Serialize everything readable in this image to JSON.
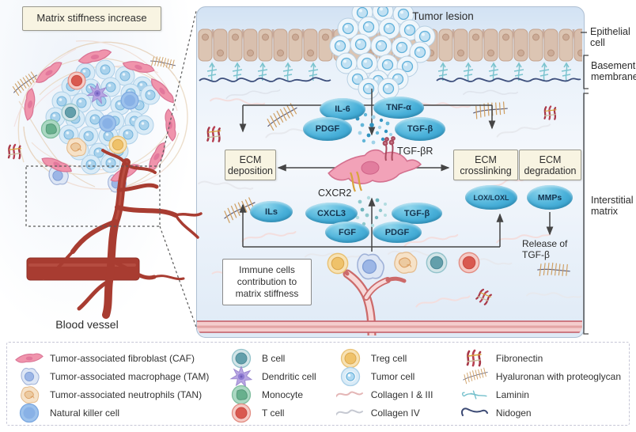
{
  "header": {
    "matrix_box": "Matrix stiffness increase"
  },
  "left": {
    "blood_vessel": "Blood vessel"
  },
  "panel": {
    "tumor_lesion": "Tumor lesion",
    "top_cytokines": {
      "il6": "IL-6",
      "tnfa": "TNF-α",
      "pdgf": "PDGF",
      "tgfb": "TGF-β"
    },
    "receptors": {
      "tgfbr": "TGF-βR",
      "cxcr2": "CXCR2"
    },
    "process_boxes": {
      "deposition": "ECM deposition",
      "crosslinking": "ECM crosslinking",
      "degradation": "ECM degradation"
    },
    "enzymes": {
      "lox": "LOX/LOXL",
      "mmps": "MMPs"
    },
    "release_label": "Release of TGF-β",
    "bottom_cytokines": {
      "ils": "ILs",
      "cxcl3": "CXCL3",
      "tgfb": "TGF-β",
      "fgf": "FGF",
      "pdgf": "PDGF"
    },
    "immune_box": "Immune cells contribution to matrix stiffness"
  },
  "side_labels": {
    "epithelial": "Epithelial cell",
    "basement": "Basement membrane",
    "interstitial": "Interstitial matrix"
  },
  "legend": {
    "items": [
      {
        "icon": "caf-icon",
        "label": "Tumor-associated fibroblast (CAF)"
      },
      {
        "icon": "tam-icon",
        "label": "Tumor-associated macrophage (TAM)"
      },
      {
        "icon": "tan-icon",
        "label": "Tumor-associated neutrophils (TAN)"
      },
      {
        "icon": "nk-icon",
        "label": "Natural killer cell"
      },
      {
        "icon": "bcell-icon",
        "label": "B cell"
      },
      {
        "icon": "dendritic-icon",
        "label": "Dendritic cell"
      },
      {
        "icon": "monocyte-icon",
        "label": "Monocyte"
      },
      {
        "icon": "tcell-icon",
        "label": "T cell"
      },
      {
        "icon": "treg-icon",
        "label": "Treg cell"
      },
      {
        "icon": "tumorcell-icon",
        "label": "Tumor cell"
      },
      {
        "icon": "collagen13-icon",
        "label": "Collagen I & III"
      },
      {
        "icon": "collagen4-icon",
        "label": "Collagen IV"
      },
      {
        "icon": "fibronectin-icon",
        "label": "Fibronectin"
      },
      {
        "icon": "hyaluronan-icon",
        "label": "Hyaluronan with proteoglycan"
      },
      {
        "icon": "laminin-icon",
        "label": "Laminin"
      },
      {
        "icon": "nidogen-icon",
        "label": "Nidogen"
      }
    ]
  },
  "colors": {
    "oval_blue": "#49b0d9",
    "cream_box": "#f8f4e2",
    "vessel_red": "#a8423a",
    "panel_blue": "#d2e2f3"
  }
}
